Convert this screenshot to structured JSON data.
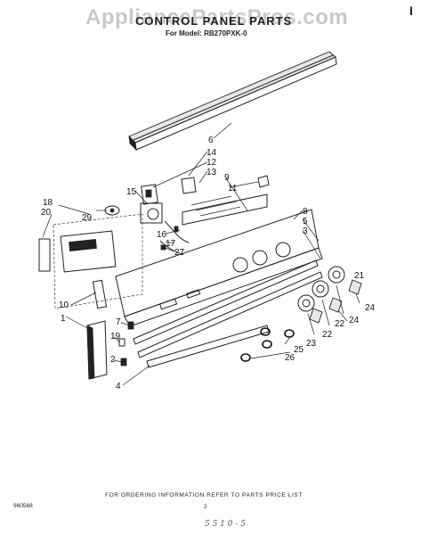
{
  "watermark": "AppliancePartsPros.com",
  "title": "CONTROL PANEL PARTS",
  "subtitle": "For Model: RB270PXK-0",
  "corner_mark": "I",
  "footer_note": "FOR ORDERING INFORMATION REFER TO PARTS PRICE LIST",
  "doc_code": "960568",
  "page_number": "2",
  "handwritten": "5 5 1 0 - 5",
  "callouts": {
    "c1": "1",
    "c2": "2",
    "c3": "3",
    "c4": "4",
    "c5": "5",
    "c6": "6",
    "c7": "7",
    "c8": "8",
    "c9": "9",
    "c10": "10",
    "c11": "11",
    "c12": "12",
    "c13": "13",
    "c14": "14",
    "c15": "15",
    "c16": "16",
    "c17": "17",
    "c18": "18",
    "c19": "19",
    "c20": "20",
    "c21": "21",
    "c22a": "22",
    "c22b": "22",
    "c23": "23",
    "c24a": "24",
    "c24b": "24",
    "c25": "25",
    "c26": "26",
    "c27": "27",
    "c29": "29"
  }
}
